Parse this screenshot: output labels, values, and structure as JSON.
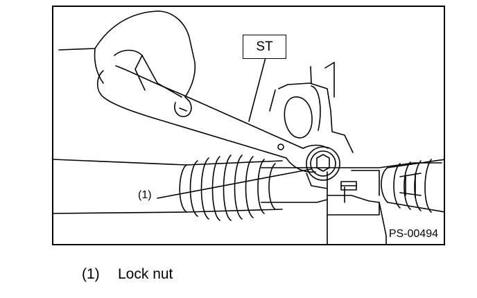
{
  "figure": {
    "tool_label": "ST",
    "callout": "(1)",
    "figure_id": "PS-00494",
    "colors": {
      "line": "#000000",
      "background": "#ffffff"
    },
    "icons": [
      "hand-icon",
      "wrench-icon",
      "lock-nut-icon",
      "steering-gear-icon"
    ]
  },
  "legend": {
    "items": [
      {
        "number": "(1)",
        "text": "Lock nut"
      }
    ]
  }
}
